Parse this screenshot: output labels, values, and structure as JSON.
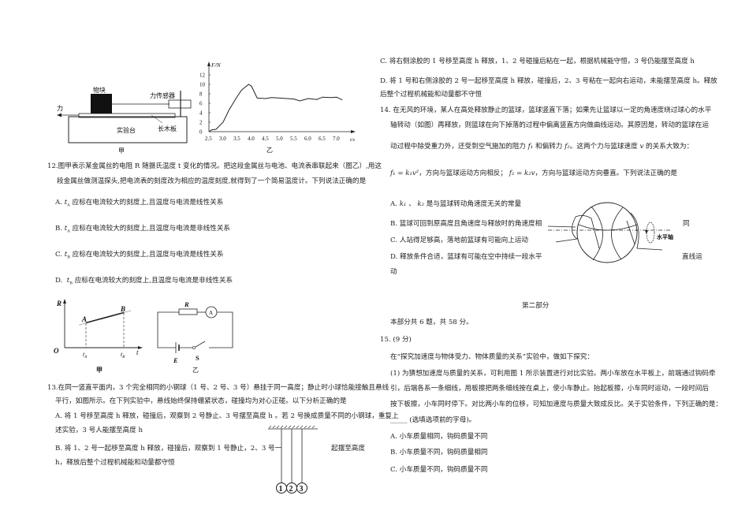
{
  "fig_top": {
    "jia": {
      "block": "物块",
      "sensor": "力传感器",
      "force": "力",
      "table": "实验台",
      "board": "长木板",
      "caption": "甲"
    },
    "yi": {
      "ylabel": "F/N",
      "xlabel": "t/s",
      "caption": "乙",
      "yticks": [
        "0",
        "2",
        "4",
        "6",
        "8",
        "10",
        "12"
      ],
      "xticks": [
        "2.5",
        "3.0",
        "3.5",
        "4.0",
        "4.5",
        "5.0",
        "5.5",
        "6.0",
        "6.5",
        "7.0"
      ],
      "curve": [
        [
          2.5,
          0
        ],
        [
          2.6,
          0.4
        ],
        [
          2.75,
          0.5
        ],
        [
          3.0,
          2
        ],
        [
          3.2,
          4.5
        ],
        [
          3.45,
          7
        ],
        [
          3.65,
          8.8
        ],
        [
          3.9,
          10
        ],
        [
          4.0,
          9.6
        ],
        [
          4.2,
          7.1
        ],
        [
          4.5,
          7
        ],
        [
          4.7,
          7.2
        ],
        [
          5.0,
          7.1
        ],
        [
          5.5,
          6.9
        ],
        [
          5.7,
          6.5
        ],
        [
          6.0,
          7
        ],
        [
          6.3,
          6.8
        ],
        [
          6.5,
          7.3
        ],
        [
          6.8,
          7.2
        ],
        [
          7.0,
          7.3
        ],
        [
          7.2,
          6.7
        ]
      ],
      "xlim": [
        2.5,
        7.3
      ],
      "ylim": [
        0,
        13
      ]
    }
  },
  "q12": {
    "stem1": "12.图甲表示某金属丝的电阻 R 随摄氏温度 t 变化的情况。把这段金属丝与电池、电流表串联起来（图乙）,用这",
    "stem2": "段金属丝做测温探头,把电流表的刻度改为相应的温度刻度,就得到了一个简易温度计。下列说法正确的是",
    "options": [
      {
        "letter": "A.",
        "sub": "A",
        "text": "应标在电流较大的刻度上,且温度与电流是线性关系"
      },
      {
        "letter": "B.",
        "sub": "A",
        "text": "应标在电流较大的刻度上,且温度与电流是非线性关系"
      },
      {
        "letter": "C.",
        "sub": "B",
        "text": "应标在电流较大的刻度上,且温度与电流是线性关系"
      },
      {
        "letter": "D.",
        "sub": "B",
        "text": "应标在电流较大的刻度上,且温度与电流是非线性关系"
      }
    ],
    "fig": {
      "R": "R",
      "O": "O",
      "t": "t",
      "A": "A",
      "B": "B",
      "tA": "t",
      "tB": "t",
      "subA": "A",
      "subB": "B",
      "cap_jia": "甲",
      "cap_yi": "乙",
      "circuit_R": "R",
      "ammeter": "A",
      "E": "E",
      "S": "S"
    }
  },
  "q13": {
    "stem1": "13.在同一竖直平面内，3 个完全相同的小钢球（1 号、2 号、3 号）悬挂于同一高度；静止时小球恰能接触且悬线",
    "stem2": "平行，如图所示。在下列实验中，悬线始终保持绷紧状态，碰撞均为对心正碰。以下分析正确的是",
    "A1": "A. 将 1 号移至高度 h 释放，碰撞后，观察到 2 号静止、3 号摆至高度 h 。若 2 号换成质量不同的小钢球，重复上",
    "A2": "述实验，3 号人能摆至高度 h",
    "B1": "B. 将 1、2 号一起移至高度 h 释放，碰撞后，观察到 1 号静止，2、3 号一",
    "B1b": "起摆至高度",
    "B2": "h，释放后整个过程机械能和动量都守恒",
    "balls": [
      "1",
      "2",
      "3"
    ],
    "C": "C. 将右侧涂胶的 1 号移至高度 h 释放，1、2 号碰撞后粘在一起，根据机械能守恒，3 号仍能摆至高度 h",
    "D1": "D. 将 1 号和右侧涂胶的 2 号一起移至高度 h 释放，碰撞后，2、3 号粘在一起向右运动，未能摆至高度 h。释放",
    "D2": "后整个过程机械能和动量都不守恒"
  },
  "q14": {
    "stem1": "14. 在无风的环境，某人在高处释放静止的篮球，篮球竖直下落；如果先让篮球以一定的角速度绕过球心的水平",
    "stem2": "轴转动（如图）再释放，则篮球在向下掉落的过程中偏离竖直方向做曲线运动。其原因是，转动的篮球在运",
    "stem3a": "动过程中除受重力外，还受到空气施加的阻力",
    "f1": "f₁",
    "stem3b": "和偏转力",
    "f2": "f₂",
    "stem3c": "。这两个力与篮球速度",
    "v": "v",
    "stem3d": "的关系大致为：",
    "eq1": "f₁ = k₁v²",
    "eq1_tail": "，方向与篮球运动方向相反；",
    "eq2": "f₂ = k₂v",
    "eq2_tail": "，方向与篮球运动方向垂直。下列说法正确的是",
    "A": "A.",
    "A_k": "k₁ 、 k₂",
    "A_tail": "是与篮球转动角速度无关的常量",
    "B": "B. 篮球可回到原高度且角速度与释放时的角速度相",
    "B_tail": "同",
    "C": "C. 人站得足够高，落地前篮球有可能向上运动",
    "D": "D. 释放条件合适，篮球有可能在空中持续一段水平",
    "D_tail": "直线运",
    "D2": "动",
    "axis_label": "水平轴"
  },
  "part2": {
    "title": "第二部分",
    "note": "本部分共 6 题，共 58 分。",
    "q15": "15. (9 分)",
    "intro": "在“探究加速度与物体受力、物体质量的关系”实验中，做如下探究：",
    "p1": "(1) 为猜想加速度与质量的关系，可利用图 1 所示装置进行对比实验。两小车放在水平板上，前端通过钩码牵",
    "p2": "引，后端各系一条细线，用板擦把两条细线按在桌上，使小车静止。抬起板擦，小车同时运动，一段时间后",
    "p3": "按下板擦，小车同时停下。对比两小车的位移，可知加速度与质量大致成反比。关于实验条件，下列正确的是：",
    "p4": "_____ (选填选项前的字母)。",
    "options": [
      "A. 小车质量相同，钩码质量不同",
      "B. 小车质量不同，钩码质量相同",
      "C. 小车质量不同，钩码质量不同"
    ]
  }
}
